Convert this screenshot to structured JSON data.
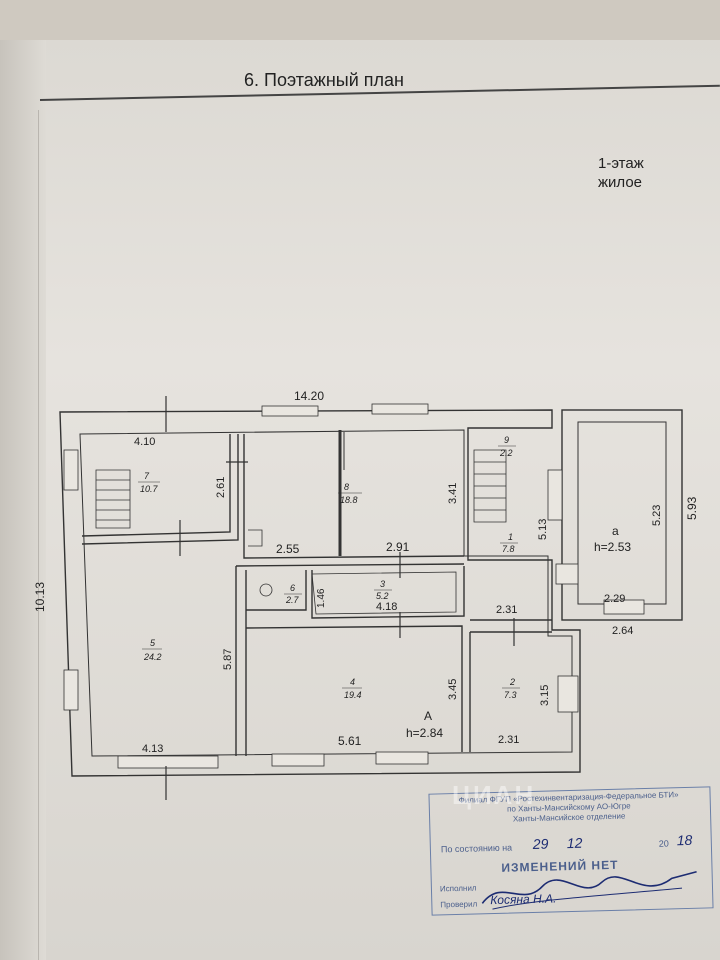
{
  "heading": "6.  Поэтажный план",
  "floor": {
    "line1": "1-этаж",
    "line2": "жилое"
  },
  "plan": {
    "overall": {
      "width": "14.20",
      "depth": "10.13",
      "annex_depth": "5.93"
    },
    "rooms": [
      {
        "number": "1",
        "area": "7.8"
      },
      {
        "number": "2",
        "area": "7.3"
      },
      {
        "number": "3",
        "area": "5.2"
      },
      {
        "number": "4",
        "area": "19.4"
      },
      {
        "number": "5",
        "area": "24.2"
      },
      {
        "number": "6",
        "area": "2.7"
      },
      {
        "number": "7",
        "area": "10.7"
      },
      {
        "number": "8",
        "area": "18.8"
      },
      {
        "number": "9",
        "area": "2.2"
      }
    ],
    "room_labels": {
      "annex": "а",
      "main": "А"
    },
    "heights": {
      "main": "h=2.84",
      "annex": "h=2.53"
    },
    "dimensions": {
      "room7_width": "4.10",
      "room7_depth": "2.61",
      "room8_bottom": "2.55",
      "room8_bottom_right": "2.91",
      "room8_side": "3.41",
      "room5_side": "5.87",
      "room5_bottom": "4.13",
      "room6_side": "1.46",
      "room3_width": "4.18",
      "room1_top": "2.31",
      "room1_side": "5.13",
      "room4_side": "3.45",
      "room4_bottom": "5.61",
      "room2_side": "3.15",
      "room2_bottom": "2.31",
      "annex_inner_side": "5.23",
      "annex_inner_bottom": "2.29",
      "annex_outer_bottom": "2.64"
    }
  },
  "stamp": {
    "org_line1": "Филиал ФГУП «Ростехинвентаризация-Федеральное БТИ»",
    "org_line2": "по Ханты-Мансийскому АО-Югре",
    "org_line3": "Ханты-Мансийское отделение",
    "date_label": "По состоянию на",
    "date_day": "29",
    "date_month": "12",
    "year_prefix": "20",
    "year_hand": "18",
    "no_change": "ИЗМЕНЕНИЙ НЕТ",
    "executor_label": "Исполнил",
    "checker_label": "Проверил",
    "checker_name": "Косяна Н.А."
  },
  "colors": {
    "ink": "#222222",
    "stamp": "#4b5f8c",
    "paper": "#e3e0da"
  }
}
